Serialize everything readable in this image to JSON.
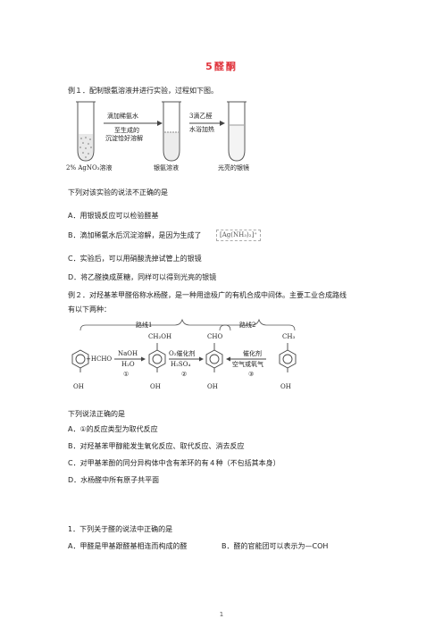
{
  "title": "5醛酮",
  "example1": {
    "heading": "例１．配制银氨溶液并进行实验，过程如下图。",
    "diagram": {
      "step1_top": "滴加稀氨水",
      "step1_bottom1": "至生成的",
      "step1_bottom2": "沉淀恰好溶解",
      "step2_top": "3滴乙醛",
      "step2_bottom": "水浴加热",
      "label1": "2% AgNO₃溶液",
      "label2": "银氨溶液",
      "label3": "光亮的银镜"
    },
    "question": "下列对该实验的说法不正确的是",
    "options": [
      "A．用银镜反应可以检验醛基",
      "B．滴加稀氨水后沉淀溶解，是因为生成了",
      "C．实验后，可以用硝酸洗掉试管上的银镜",
      "D．将乙醛换成蔗糖，同样可以得到光亮的银镜"
    ],
    "complex": "[Ag(NH₃)₂]⁺"
  },
  "example2": {
    "heading1": "例２．对羟基苯甲醛俗称水杨醛，是一种用途极广的有机合成中间体。主要工业合成路线",
    "heading2": "有以下两种：",
    "scheme": {
      "route1": "路线1",
      "route2": "路线2",
      "hcho": "+HCHO",
      "naoh": "NaOH",
      "h2o": "H₂O",
      "step1": "①",
      "o2cat": "O₂催化剂",
      "h2so4": "H₂SO₄",
      "step2": "②",
      "cat": "催化剂",
      "air": "空气或氧气",
      "step3": "③",
      "ch2oh": "CH₂OH",
      "cho": "CHO",
      "ch3": "CH₃",
      "oh": "OH"
    },
    "question": "下列说法正确的是",
    "options": [
      "A．①的反应类型为取代反应",
      "B．对羟基苯甲醇能发生氧化反应、取代反应、消去反应",
      "C．对甲基苯酚的同分异构体中含有苯环的有４种（不包括其本身）",
      "D．水杨醛中所有原子共平面"
    ]
  },
  "q1": {
    "stem": "1．下列关于醛的说法中正确的是",
    "optionA": "A．甲醛是甲基跟醛基相连而构成的醛",
    "optionB": "B．醛的官能团可以表示为—COH"
  },
  "page_number": "1"
}
